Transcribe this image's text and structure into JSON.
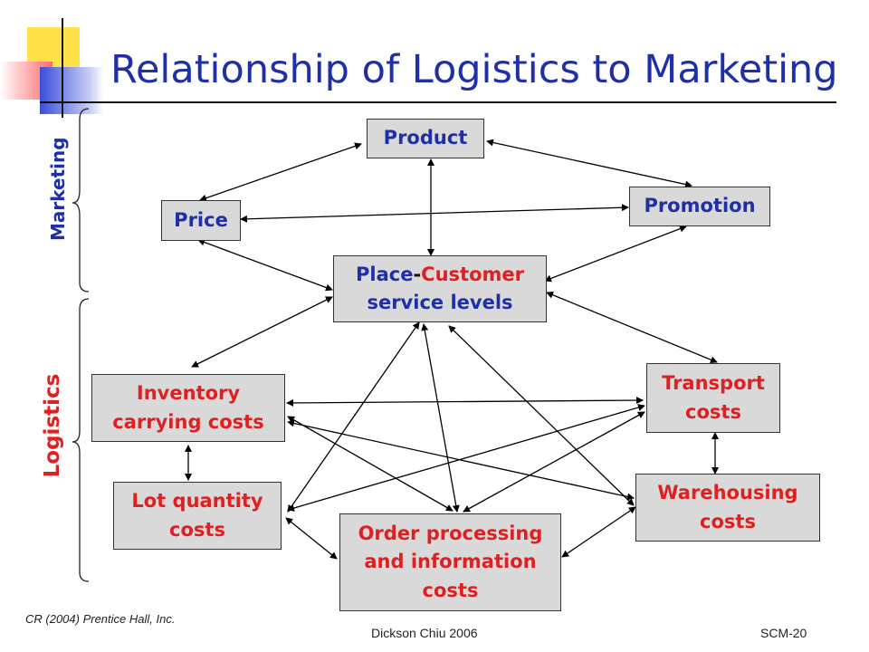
{
  "title": "Relationship of Logistics to Marketing",
  "side_labels": {
    "marketing": "Marketing",
    "logistics": "Logistics"
  },
  "boxes": {
    "product": "Product",
    "price": "Price",
    "promotion": "Promotion",
    "place_part1": "Place",
    "place_dash": "-",
    "place_part2": "Customer",
    "place_line2": "service levels",
    "inventory_l1": "Inventory",
    "inventory_l2": "carrying costs",
    "transport_l1": "Transport",
    "transport_l2": "costs",
    "lot_l1": "Lot quantity",
    "lot_l2": "costs",
    "warehousing_l1": "Warehousing",
    "warehousing_l2": "costs",
    "order_l1": "Order processing",
    "order_l2": "and information",
    "order_l3": "costs"
  },
  "footer": {
    "credit": "CR (2004) Prentice Hall, Inc.",
    "author": "Dickson Chiu 2006",
    "slide": "SCM-20"
  },
  "colors": {
    "marketing": "#1f2fa8",
    "logistics": "#e02020",
    "box_fill": "#d9d9d9"
  }
}
